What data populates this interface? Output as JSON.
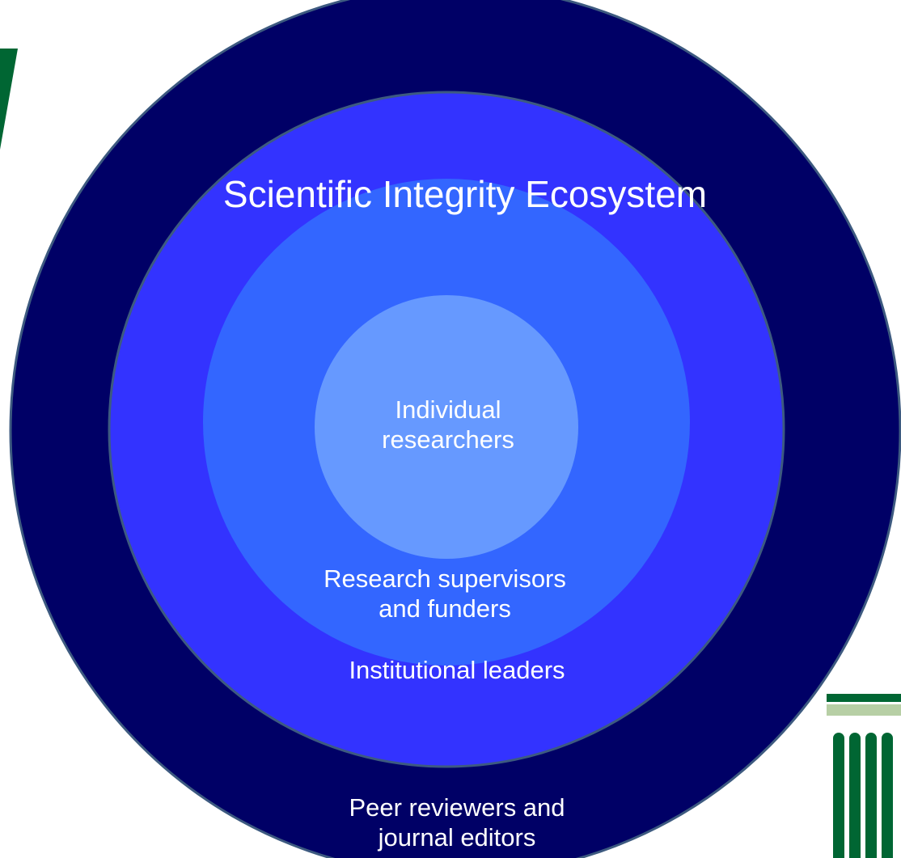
{
  "diagram": {
    "title": "Scientific Integrity Ecosystem",
    "layers": [
      {
        "label": "Individual\nresearchers",
        "color": "#6699ff"
      },
      {
        "label": "Research supervisors\nand funders",
        "color": "#3366ff"
      },
      {
        "label": "Institutional leaders",
        "color": "#3333ff"
      },
      {
        "label": "Peer reviewers and\njournal editors",
        "color": "#000066"
      }
    ],
    "ring_outline_color": "#3d5a80"
  },
  "decorations": {
    "logo_green": "#006633",
    "logo_light_green": "#b7cfa5"
  }
}
